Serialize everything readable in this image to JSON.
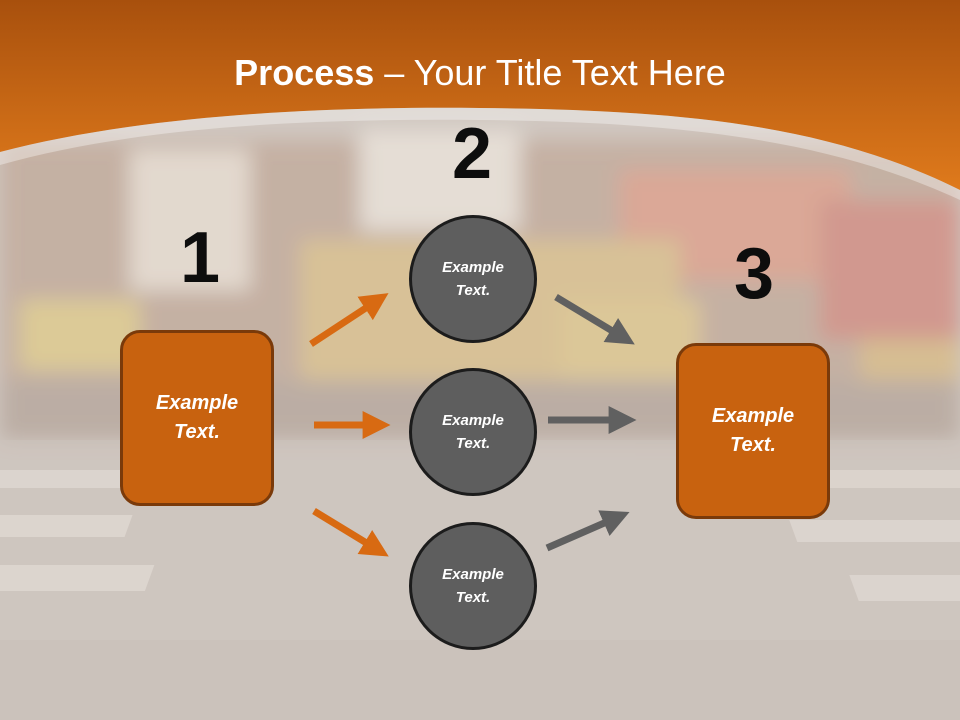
{
  "title": {
    "bold_part": "Process",
    "rest_part": " – Your Title Text Here"
  },
  "steps": {
    "step1_number": "1",
    "step2_number": "2",
    "step3_number": "3"
  },
  "nodes": {
    "left_box": "Example\nText.",
    "circle_top": "Example\nText.",
    "circle_middle": "Example\nText.",
    "circle_bottom": "Example\nText.",
    "right_box": "Example\nText."
  },
  "colors": {
    "accent_orange": "#c8620f",
    "circle_gray": "#5e5e5e",
    "arrow_gray": "#606060"
  }
}
